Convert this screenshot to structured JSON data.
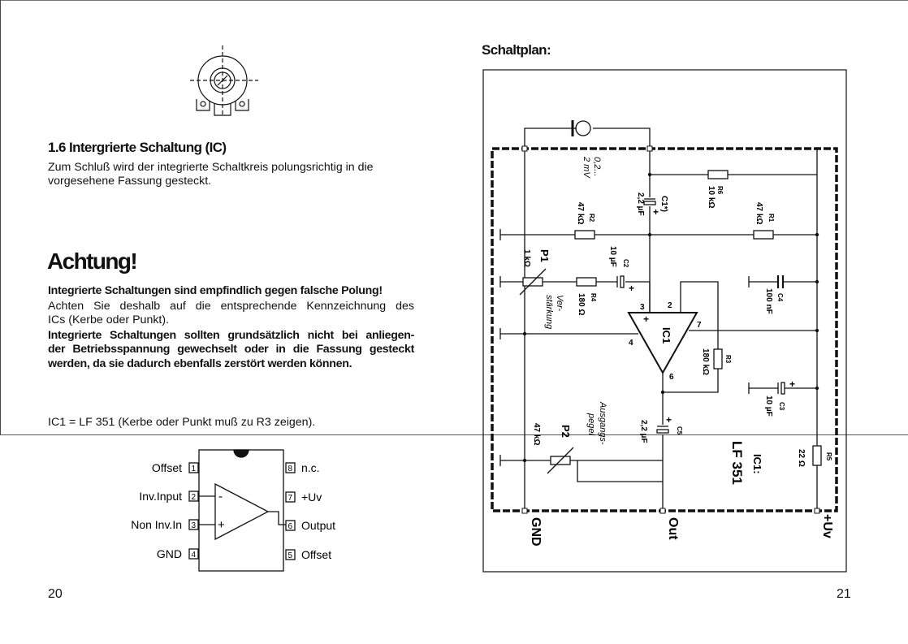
{
  "left": {
    "section_title": "1.6 Intergrierte Schaltung (IC)",
    "intro_line1": "Zum Schluß wird der integrierte Schaltkreis polungsrichtig in die",
    "intro_line2": "vorgesehene Fassung gesteckt.",
    "warning_title": "Achtung!",
    "warning_bold1": "Integrierte Schaltungen sind empfindlich gegen falsche Polung!",
    "warning_line2": "Achten Sie deshalb auf die entsprechende Kennzeichnung des",
    "warning_line3": "ICs (Kerbe oder Punkt).",
    "warning_bold2": "Integrierte Schaltungen sollten grundsätzlich nicht bei anliegen-",
    "warning_bold3": "der Betriebsspannung gewechselt oder in die Fassung gesteckt",
    "warning_bold4": "werden, da sie dadurch ebenfalls zerstört werden können.",
    "ic_note": "IC1 = LF 351 (Kerbe oder Punkt muß zu R3 zeigen).",
    "page_number": "20"
  },
  "pinout": {
    "left_pins": [
      {
        "num": "1",
        "label": "Offset"
      },
      {
        "num": "2",
        "label": "Inv.Input"
      },
      {
        "num": "3",
        "label": "Non Inv.In"
      },
      {
        "num": "4",
        "label": "GND"
      }
    ],
    "right_pins": [
      {
        "num": "8",
        "label": "n.c."
      },
      {
        "num": "7",
        "label": "+Uv"
      },
      {
        "num": "6",
        "label": "Output"
      },
      {
        "num": "5",
        "label": "Offset"
      }
    ],
    "minus": "-",
    "plus": "+"
  },
  "right": {
    "title": "Schaltplan:",
    "page_number": "21"
  },
  "schematic": {
    "mic": "0,2...\n2 mV",
    "mic_l1": "0,2...",
    "mic_l2": "2 mV",
    "c1_val": "2,2 µF",
    "c1_name": "C1*)",
    "r6_name": "R6",
    "r6_val": "10 kΩ",
    "r2_name": "R2",
    "r2_val": "47 kΩ",
    "r1_name": "R1",
    "r1_val": "47 kΩ",
    "p1_name": "P1",
    "p1_val": "1 kΩ",
    "c2_name": "C2",
    "c2_val": "10 µF",
    "verst1": "Ver-",
    "verst2": "stärkung",
    "r4_name": "R4",
    "r4_val": "180 Ω",
    "c4_name": "C4",
    "c4_val": "100 nF",
    "ic_name": "IC1",
    "pin2": "2",
    "pin3": "3",
    "pin4": "4",
    "pin6": "6",
    "pin7": "7",
    "r3_name": "R3",
    "r3_val": "180 kΩ",
    "c3_name": "C3",
    "c3_val": "10 µF",
    "ausg1": "Ausgangs-",
    "ausg2": "pegel",
    "c5_name": "C5",
    "c5_val": "2,2 µF",
    "p2_name": "P2",
    "p2_val": "47 kΩ",
    "ic_type_l1": "IC1:",
    "ic_type_l2": "LF 351",
    "r5_name": "R5",
    "r5_val": "22 Ω",
    "plus": "+",
    "gnd": "GND",
    "out": "Out",
    "uv": "+Uv"
  }
}
